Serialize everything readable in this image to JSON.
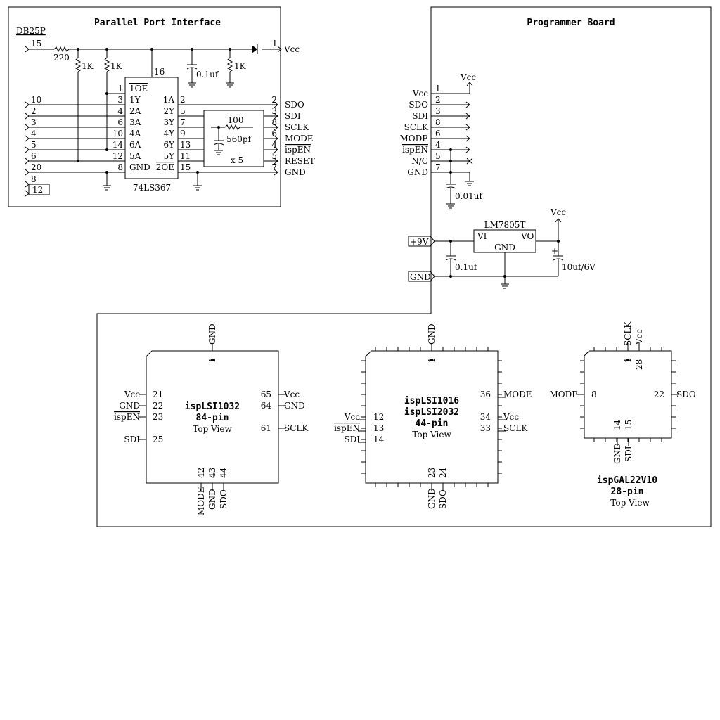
{
  "parallel": {
    "title": "Parallel Port Interface",
    "connector": "DB25P",
    "chip_name": "74LS367",
    "pin16": "16",
    "res_220": "220",
    "res_1k": "1K",
    "cap_01": "0.1uf",
    "network_res": "100",
    "network_cap": "560pf",
    "network_count": "x 5",
    "vcc_pin": "1",
    "vcc_label": "Vcc",
    "db_pin_top": "15",
    "db_pins_left": [
      "10",
      "2",
      "3",
      "4",
      "5",
      "6",
      "20"
    ],
    "db_pin_8": "8",
    "db_pin_12": "12",
    "chip_left_nums": [
      "1",
      "3",
      "4",
      "6",
      "10",
      "14",
      "12",
      "8"
    ],
    "chip_left_labels": [
      "1OE",
      "1Y",
      "2A",
      "3A",
      "4A",
      "6A",
      "5A",
      "GND"
    ],
    "chip_right_nums": [
      "2",
      "5",
      "7",
      "9",
      "13",
      "11",
      "15"
    ],
    "chip_right_labels": [
      "1A",
      "2Y",
      "3Y",
      "4Y",
      "6Y",
      "5Y",
      "2OE"
    ],
    "out_nums": [
      "2",
      "3",
      "8",
      "6",
      "4",
      "5",
      "7"
    ],
    "out_labels": [
      "SDO",
      "SDI",
      "SCLK",
      "MODE",
      "ispEN",
      "RESET",
      "GND"
    ]
  },
  "programmer": {
    "title": "Programmer Board",
    "vcc_label": "Vcc",
    "pin_labels": [
      "Vcc",
      "SDO",
      "SDI",
      "SCLK",
      "MODE",
      "ispEN",
      "N/C",
      "GND"
    ],
    "pin_nums": [
      "1",
      "2",
      "3",
      "8",
      "6",
      "4",
      "5",
      "7"
    ],
    "cap_001": "0.01uf",
    "regulator": "LM7805T",
    "reg_vi": "VI",
    "reg_vo": "VO",
    "reg_gnd": "GND",
    "in_9v": "+9V",
    "in_gnd": "GND",
    "cap_01": "0.1uf",
    "cap_10": "10uf/6V",
    "reg_vcc": "Vcc",
    "plus": "+"
  },
  "chip1": {
    "name": "ispLSI1032",
    "pins": "84-pin",
    "view": "Top View",
    "top_label": "GND",
    "top_pin": "1",
    "left": [
      {
        "label": "Vcc",
        "num": "21"
      },
      {
        "label": "GND",
        "num": "22"
      },
      {
        "label": "ispEN",
        "num": "23"
      },
      {
        "label": "SDI",
        "num": "25"
      }
    ],
    "right": [
      {
        "label": "Vcc",
        "num": "65"
      },
      {
        "label": "GND",
        "num": "64"
      },
      {
        "label": "SCLK",
        "num": "61"
      }
    ],
    "bottom": [
      {
        "label": "MODE",
        "num": "42"
      },
      {
        "label": "GND",
        "num": "43"
      },
      {
        "label": "SDO",
        "num": "44"
      }
    ]
  },
  "chip2": {
    "name1": "ispLSI1016",
    "name2": "ispLSI2032",
    "pins": "44-pin",
    "view": "Top View",
    "top_label": "GND",
    "top_pin": "1",
    "left": [
      {
        "label": "Vcc",
        "num": "12"
      },
      {
        "label": "ispEN",
        "num": "13"
      },
      {
        "label": "SDI",
        "num": "14"
      }
    ],
    "right": [
      {
        "label": "MODE",
        "num": "36"
      },
      {
        "label": "Vcc",
        "num": "34"
      },
      {
        "label": "SCLK",
        "num": "33"
      }
    ],
    "bottom": [
      {
        "label": "GND",
        "num": "23"
      },
      {
        "label": "SDO",
        "num": "24"
      }
    ]
  },
  "chip3": {
    "name": "ispGAL22V10",
    "pins": "28-pin",
    "view": "Top View",
    "top": [
      {
        "label": "SCLK",
        "num": "1"
      },
      {
        "label": "Vcc",
        "num": "28"
      }
    ],
    "left": {
      "label": "MODE",
      "num": "8"
    },
    "right": {
      "label": "SDO",
      "num": "22"
    },
    "bottom": [
      {
        "label": "GND",
        "num": "14"
      },
      {
        "label": "SDI",
        "num": "15"
      }
    ]
  }
}
